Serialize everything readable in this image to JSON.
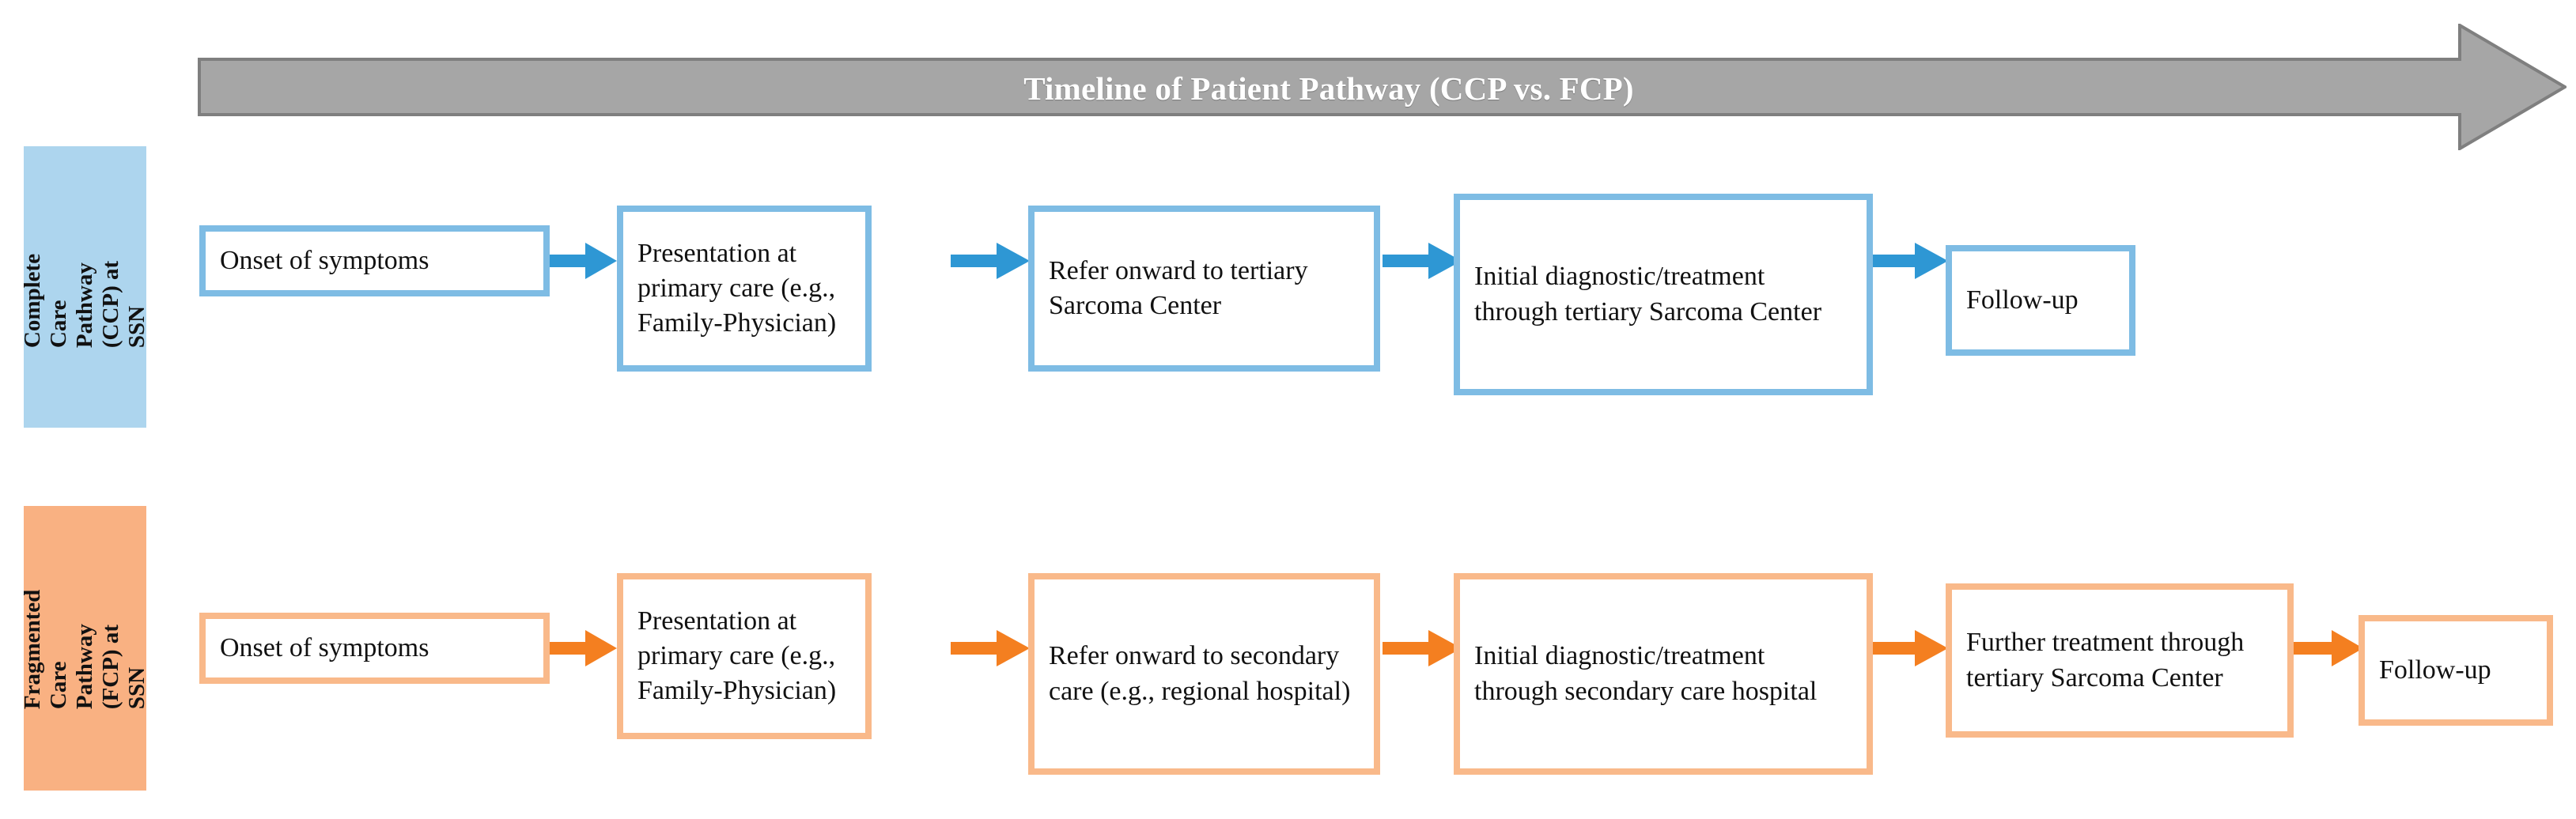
{
  "banner": {
    "title": "Timeline of Patient Pathway (CCP vs. FCP)",
    "fill_color": "#A6A6A6",
    "stroke_color": "#7F7F7F",
    "text_color": "#FFFFFF",
    "direction": "left-to-right"
  },
  "rows": [
    {
      "id": "ccp",
      "label": "Complete Care Pathway (CCP) at SSN",
      "label_bg": "#ADD5EE",
      "box_border_color": "#7EBCE4",
      "arrow_color": "#2E97D4",
      "steps": [
        {
          "label": "Onset of symptoms"
        },
        {
          "label": "Presentation at primary care (e.g., Family-Physician)"
        },
        {
          "label": "Refer onward to tertiary Sarcoma Center"
        },
        {
          "label": "Initial diagnostic/treatment through tertiary Sarcoma Center"
        },
        {
          "label": "Follow-up"
        }
      ]
    },
    {
      "id": "fcp",
      "label": "Fragmented Care Pathway (FCP) at SSN",
      "label_bg": "#F9B182",
      "box_border_color": "#F9B98A",
      "arrow_color": "#F47F20",
      "steps": [
        {
          "label": "Onset of symptoms"
        },
        {
          "label": "Presentation at primary care (e.g., Family-Physician)"
        },
        {
          "label": "Refer onward to secondary care (e.g., regional hospital)"
        },
        {
          "label": "Initial diagnostic/treatment through secondary care hospital"
        },
        {
          "label": "Further treatment through tertiary Sarcoma Center"
        },
        {
          "label": "Follow-up"
        }
      ]
    }
  ]
}
